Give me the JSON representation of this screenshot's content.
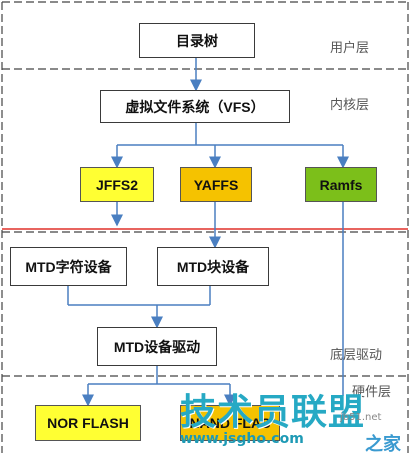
{
  "layers": {
    "user": "用户层",
    "kernel": "内核层",
    "driver": "底层驱动",
    "hardware": "硬件层"
  },
  "nodes": {
    "dir_tree": "目录树",
    "vfs": "虚拟文件系统（VFS）",
    "jffs2": "JFFS2",
    "yaffs": "YAFFS",
    "ramfs": "Ramfs",
    "mtd_char": "MTD字符设备",
    "mtd_block": "MTD块设备",
    "mtd_driver": "MTD设备驱动",
    "nor_flash": "NOR FLASH",
    "nand_flash": "NAND FLAS"
  },
  "colors": {
    "arrow": "#4a7fc1",
    "divider": "#444444",
    "red_line": "#e0302a",
    "yellow": "#ffff33",
    "orange": "#f5c200",
    "green": "#7cbf1a",
    "watermark": "#2bb3c8"
  },
  "watermark": {
    "title": "技术员联盟",
    "url": "www.jsgho.com",
    "site_fragment": "jb51.net",
    "site_suffix": "之家"
  }
}
